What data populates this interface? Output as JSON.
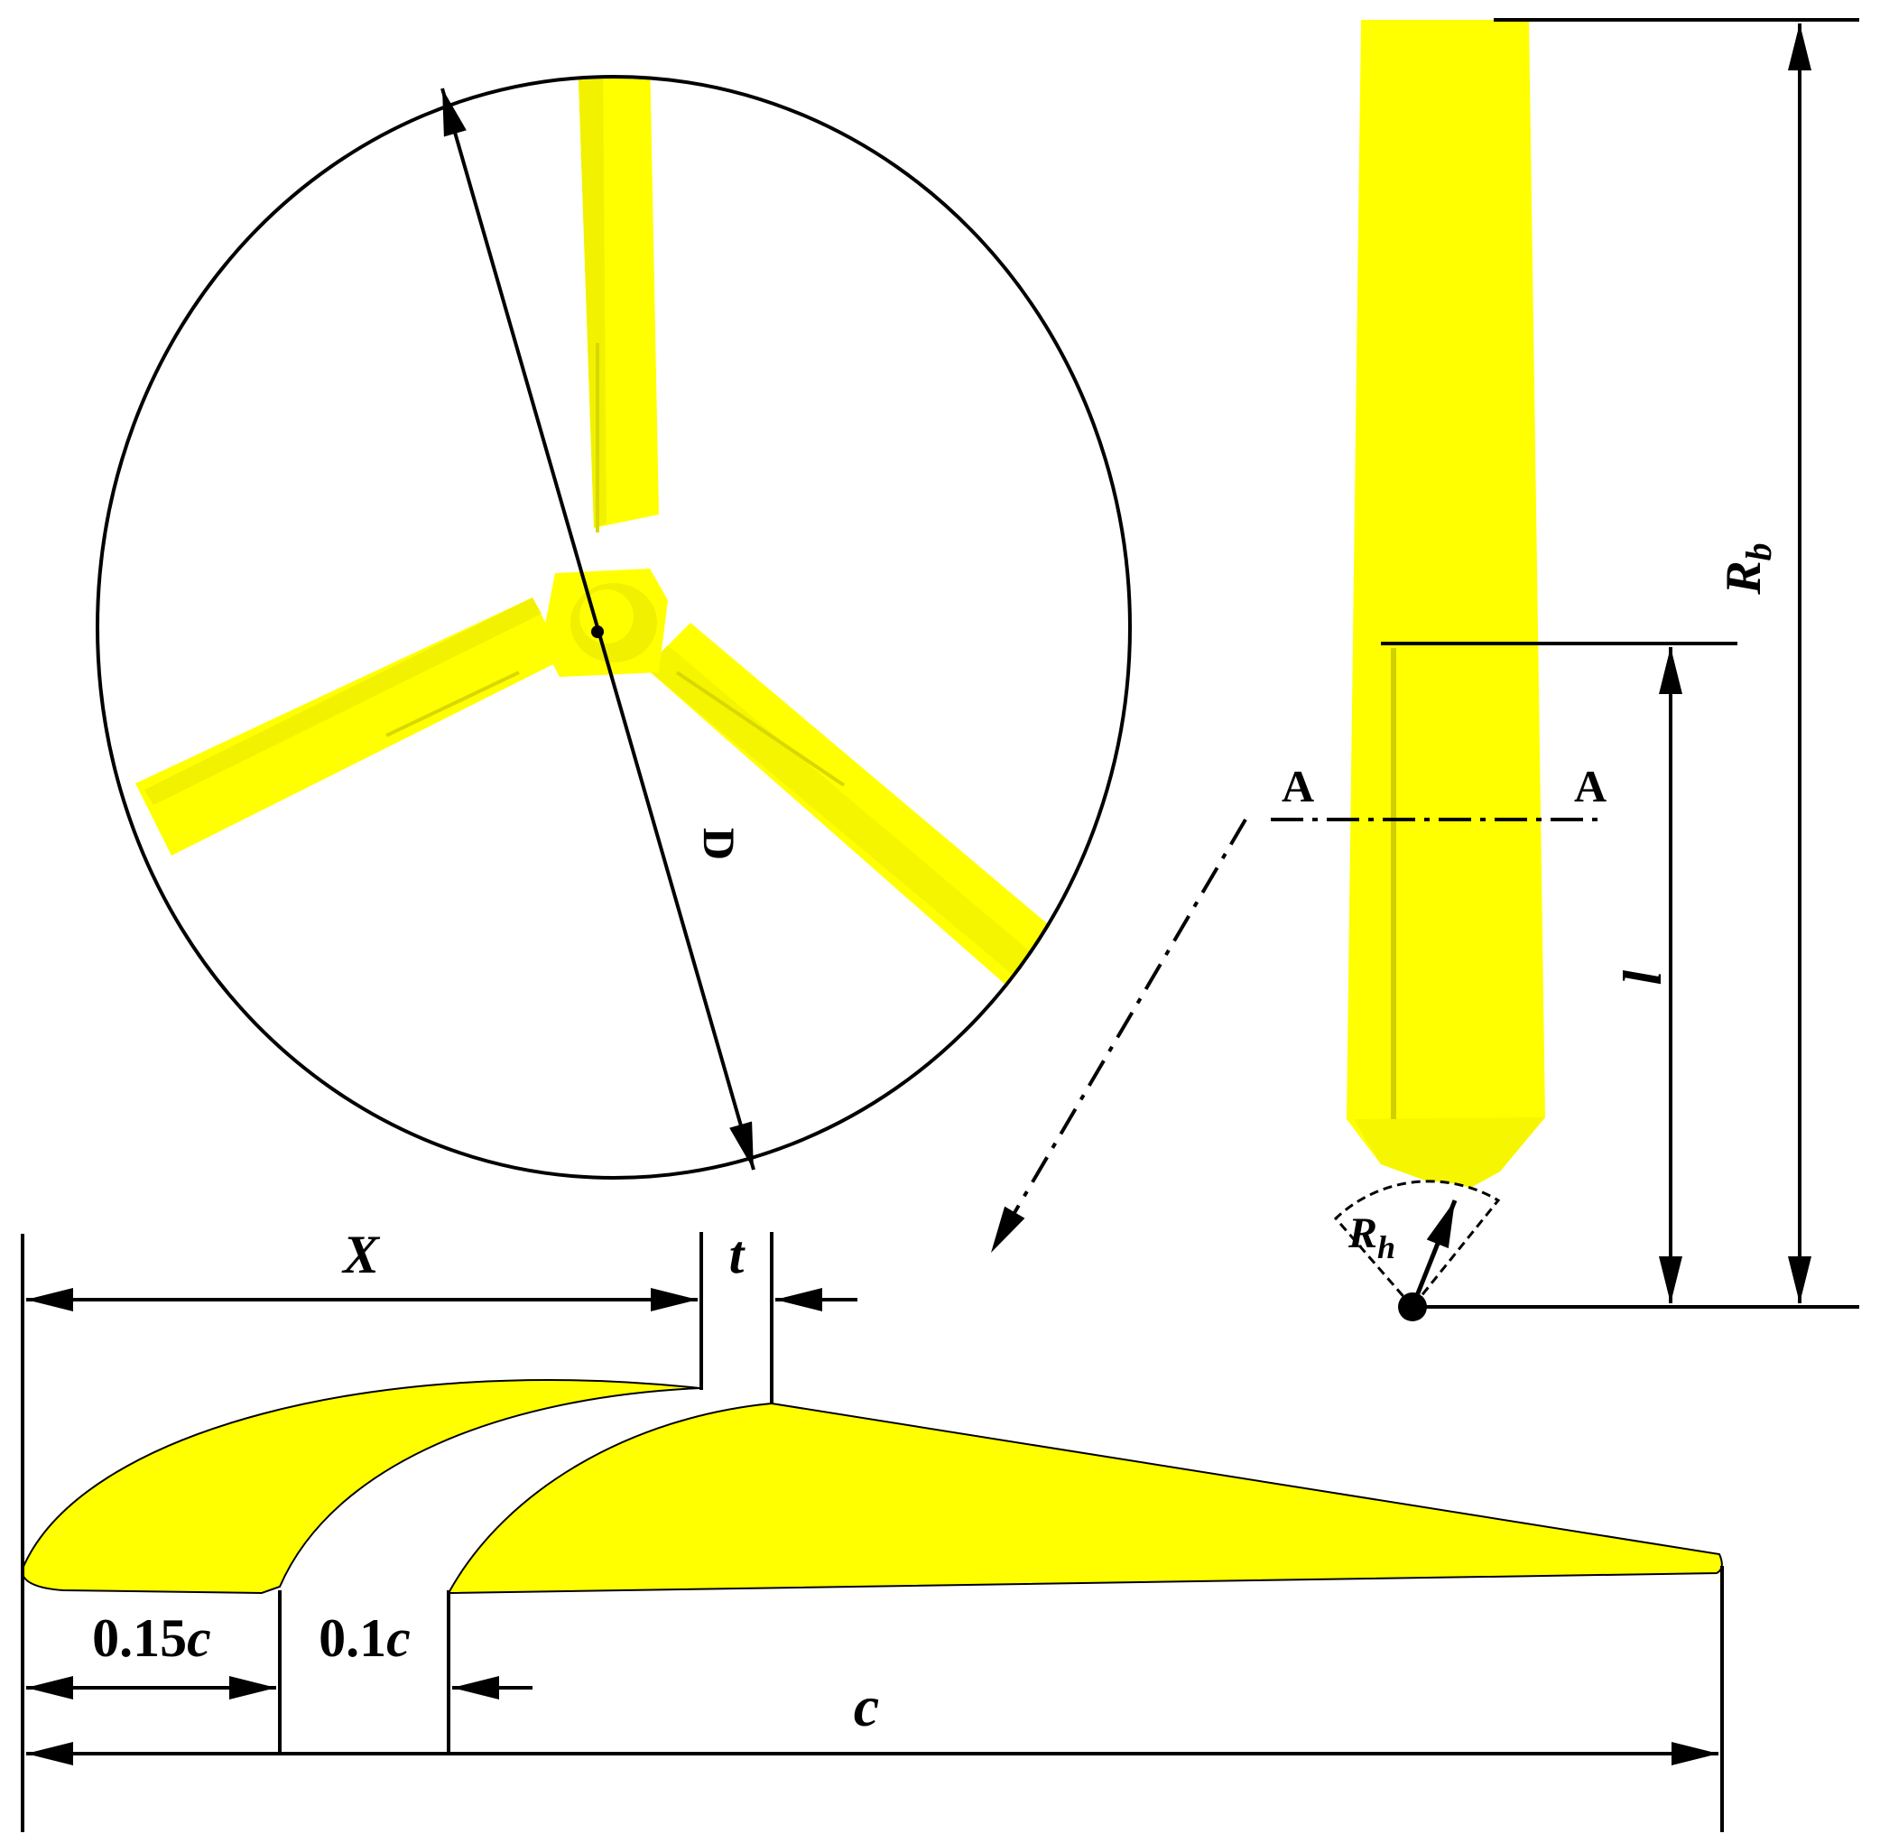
{
  "labels": {
    "diameter": "D",
    "blade_radius_main": "R",
    "blade_radius_sub": "b",
    "hub_radius_main": "R",
    "hub_radius_sub": "h",
    "slot_length": "l",
    "section_left": "A",
    "section_right": "A",
    "slot_position": "X",
    "slot_width": "t",
    "chord": "c",
    "slot_start_num": "0.15",
    "slot_start_var": "c",
    "slot_gap_num": "0.1",
    "slot_gap_var": "c"
  },
  "colors": {
    "blade_fill": "#ffff00",
    "blade_shade": "#e6e600",
    "line": "#000000",
    "background": "#ffffff"
  }
}
